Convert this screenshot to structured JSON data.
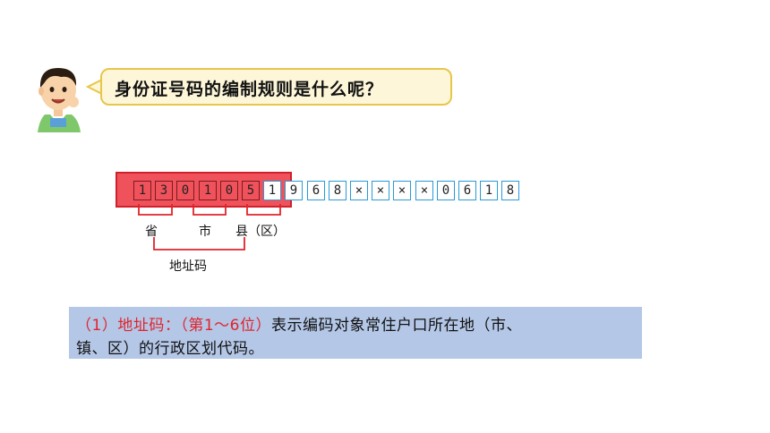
{
  "question": "身份证号码的编制规则是什么呢？",
  "digits": [
    {
      "text": "1",
      "highlight": true
    },
    {
      "text": "3",
      "highlight": true
    },
    {
      "text": "0",
      "highlight": true
    },
    {
      "text": "1",
      "highlight": true
    },
    {
      "text": "0",
      "highlight": true
    },
    {
      "text": "5",
      "highlight": true
    },
    {
      "text": "1",
      "highlight": false
    },
    {
      "text": "9",
      "highlight": false
    },
    {
      "text": "6",
      "highlight": false
    },
    {
      "text": "8",
      "highlight": false
    },
    {
      "text": "×",
      "highlight": false
    },
    {
      "text": "×",
      "highlight": false
    },
    {
      "text": "×",
      "highlight": false
    },
    {
      "text": "×",
      "highlight": false
    },
    {
      "text": "0",
      "highlight": false
    },
    {
      "text": "6",
      "highlight": false
    },
    {
      "text": "1",
      "highlight": false
    },
    {
      "text": "8",
      "highlight": false
    }
  ],
  "labels": {
    "province": "省",
    "city": "市",
    "county": "县（区）",
    "address_code": "地址码"
  },
  "info": {
    "highlight": "（1）地址码：（第1～6位）",
    "line1_rest": "表示编码对象常住户口所在地（市、",
    "line2": "镇、区）的行政区划代码。"
  },
  "colors": {
    "highlight_red": "#e0242c",
    "digit_border": "#2a9ad7",
    "info_bg": "#b4c7e7",
    "bubble_border": "#e7c64a"
  },
  "icons": [
    "boy-thinking-icon"
  ]
}
